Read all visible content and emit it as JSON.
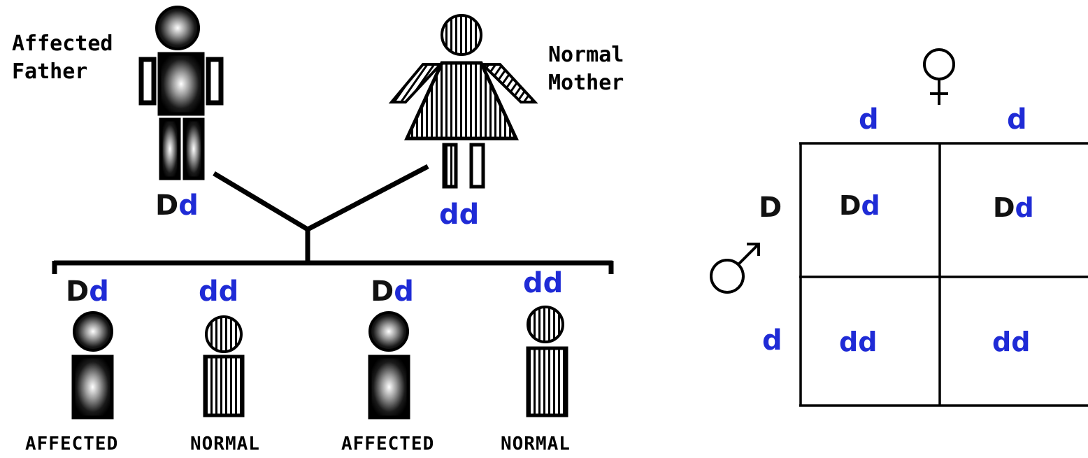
{
  "parents": {
    "father": {
      "label_line1": "Affected",
      "label_line2": "Father",
      "geno_dom": "D",
      "geno_rec": "d"
    },
    "mother": {
      "label_line1": "Normal",
      "label_line2": "Mother",
      "geno_rec": "dd"
    }
  },
  "children": [
    {
      "geno_dom": "D",
      "geno_rec": "d",
      "status": "AFFECTED"
    },
    {
      "geno_dom": "",
      "geno_rec": "dd",
      "status": "NORMAL"
    },
    {
      "geno_dom": "D",
      "geno_rec": "d",
      "status": "AFFECTED"
    },
    {
      "geno_dom": "",
      "geno_rec": "dd",
      "status": "NORMAL"
    }
  ],
  "punnett": {
    "female_symbol": "♀",
    "male_symbol": "♂",
    "female_alleles": [
      "d",
      "d"
    ],
    "male_alleles": [
      "D",
      "d"
    ],
    "cells": [
      [
        {
          "dom": "D",
          "rec": "d"
        },
        {
          "dom": "D",
          "rec": "d"
        }
      ],
      [
        {
          "dom": "",
          "rec": "dd"
        },
        {
          "dom": "",
          "rec": "dd"
        }
      ]
    ]
  },
  "colors": {
    "dominant": "#111111",
    "recessive": "#1f2bd6",
    "figure": "#000000"
  }
}
